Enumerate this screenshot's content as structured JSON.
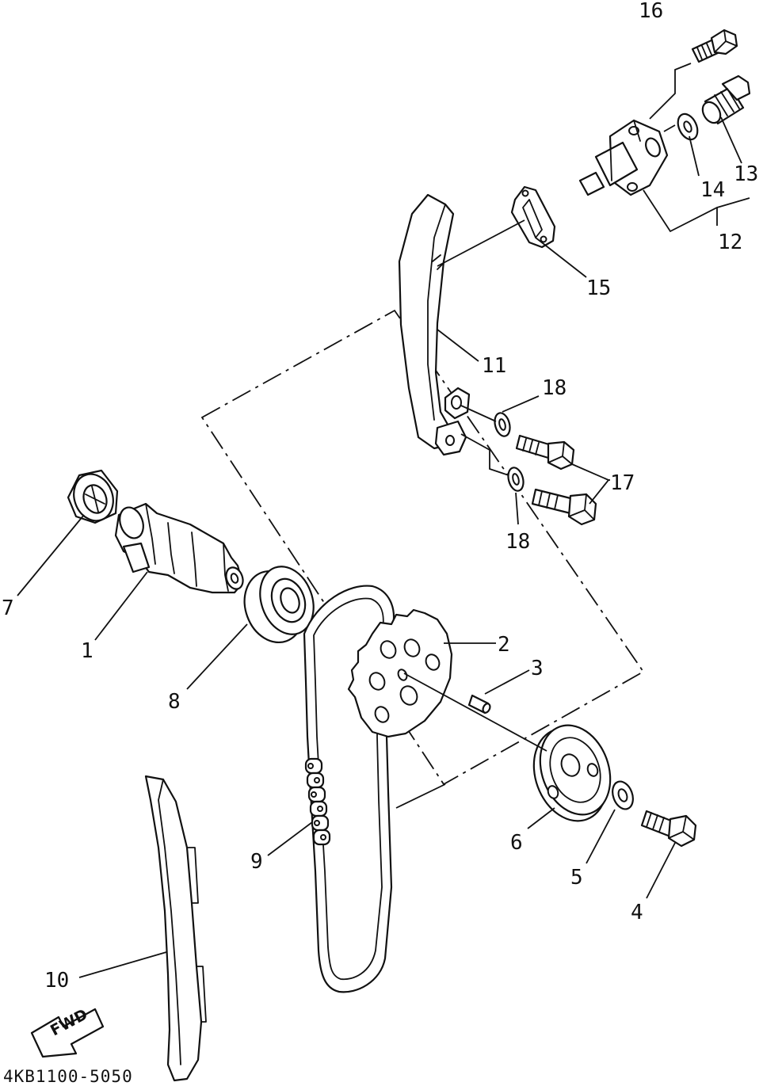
{
  "diagram": {
    "drawing_code": "4KB1100-5050",
    "direction_label": "FWD",
    "callouts": {
      "c1": "1",
      "c2": "2",
      "c3": "3",
      "c4": "4",
      "c5": "5",
      "c6": "6",
      "c7": "7",
      "c8": "8",
      "c9": "9",
      "c10": "10",
      "c11": "11",
      "c12": "12",
      "c13": "13",
      "c14": "14",
      "c15": "15",
      "c16": "16",
      "c17": "17",
      "c18a": "18",
      "c18b": "18"
    }
  }
}
